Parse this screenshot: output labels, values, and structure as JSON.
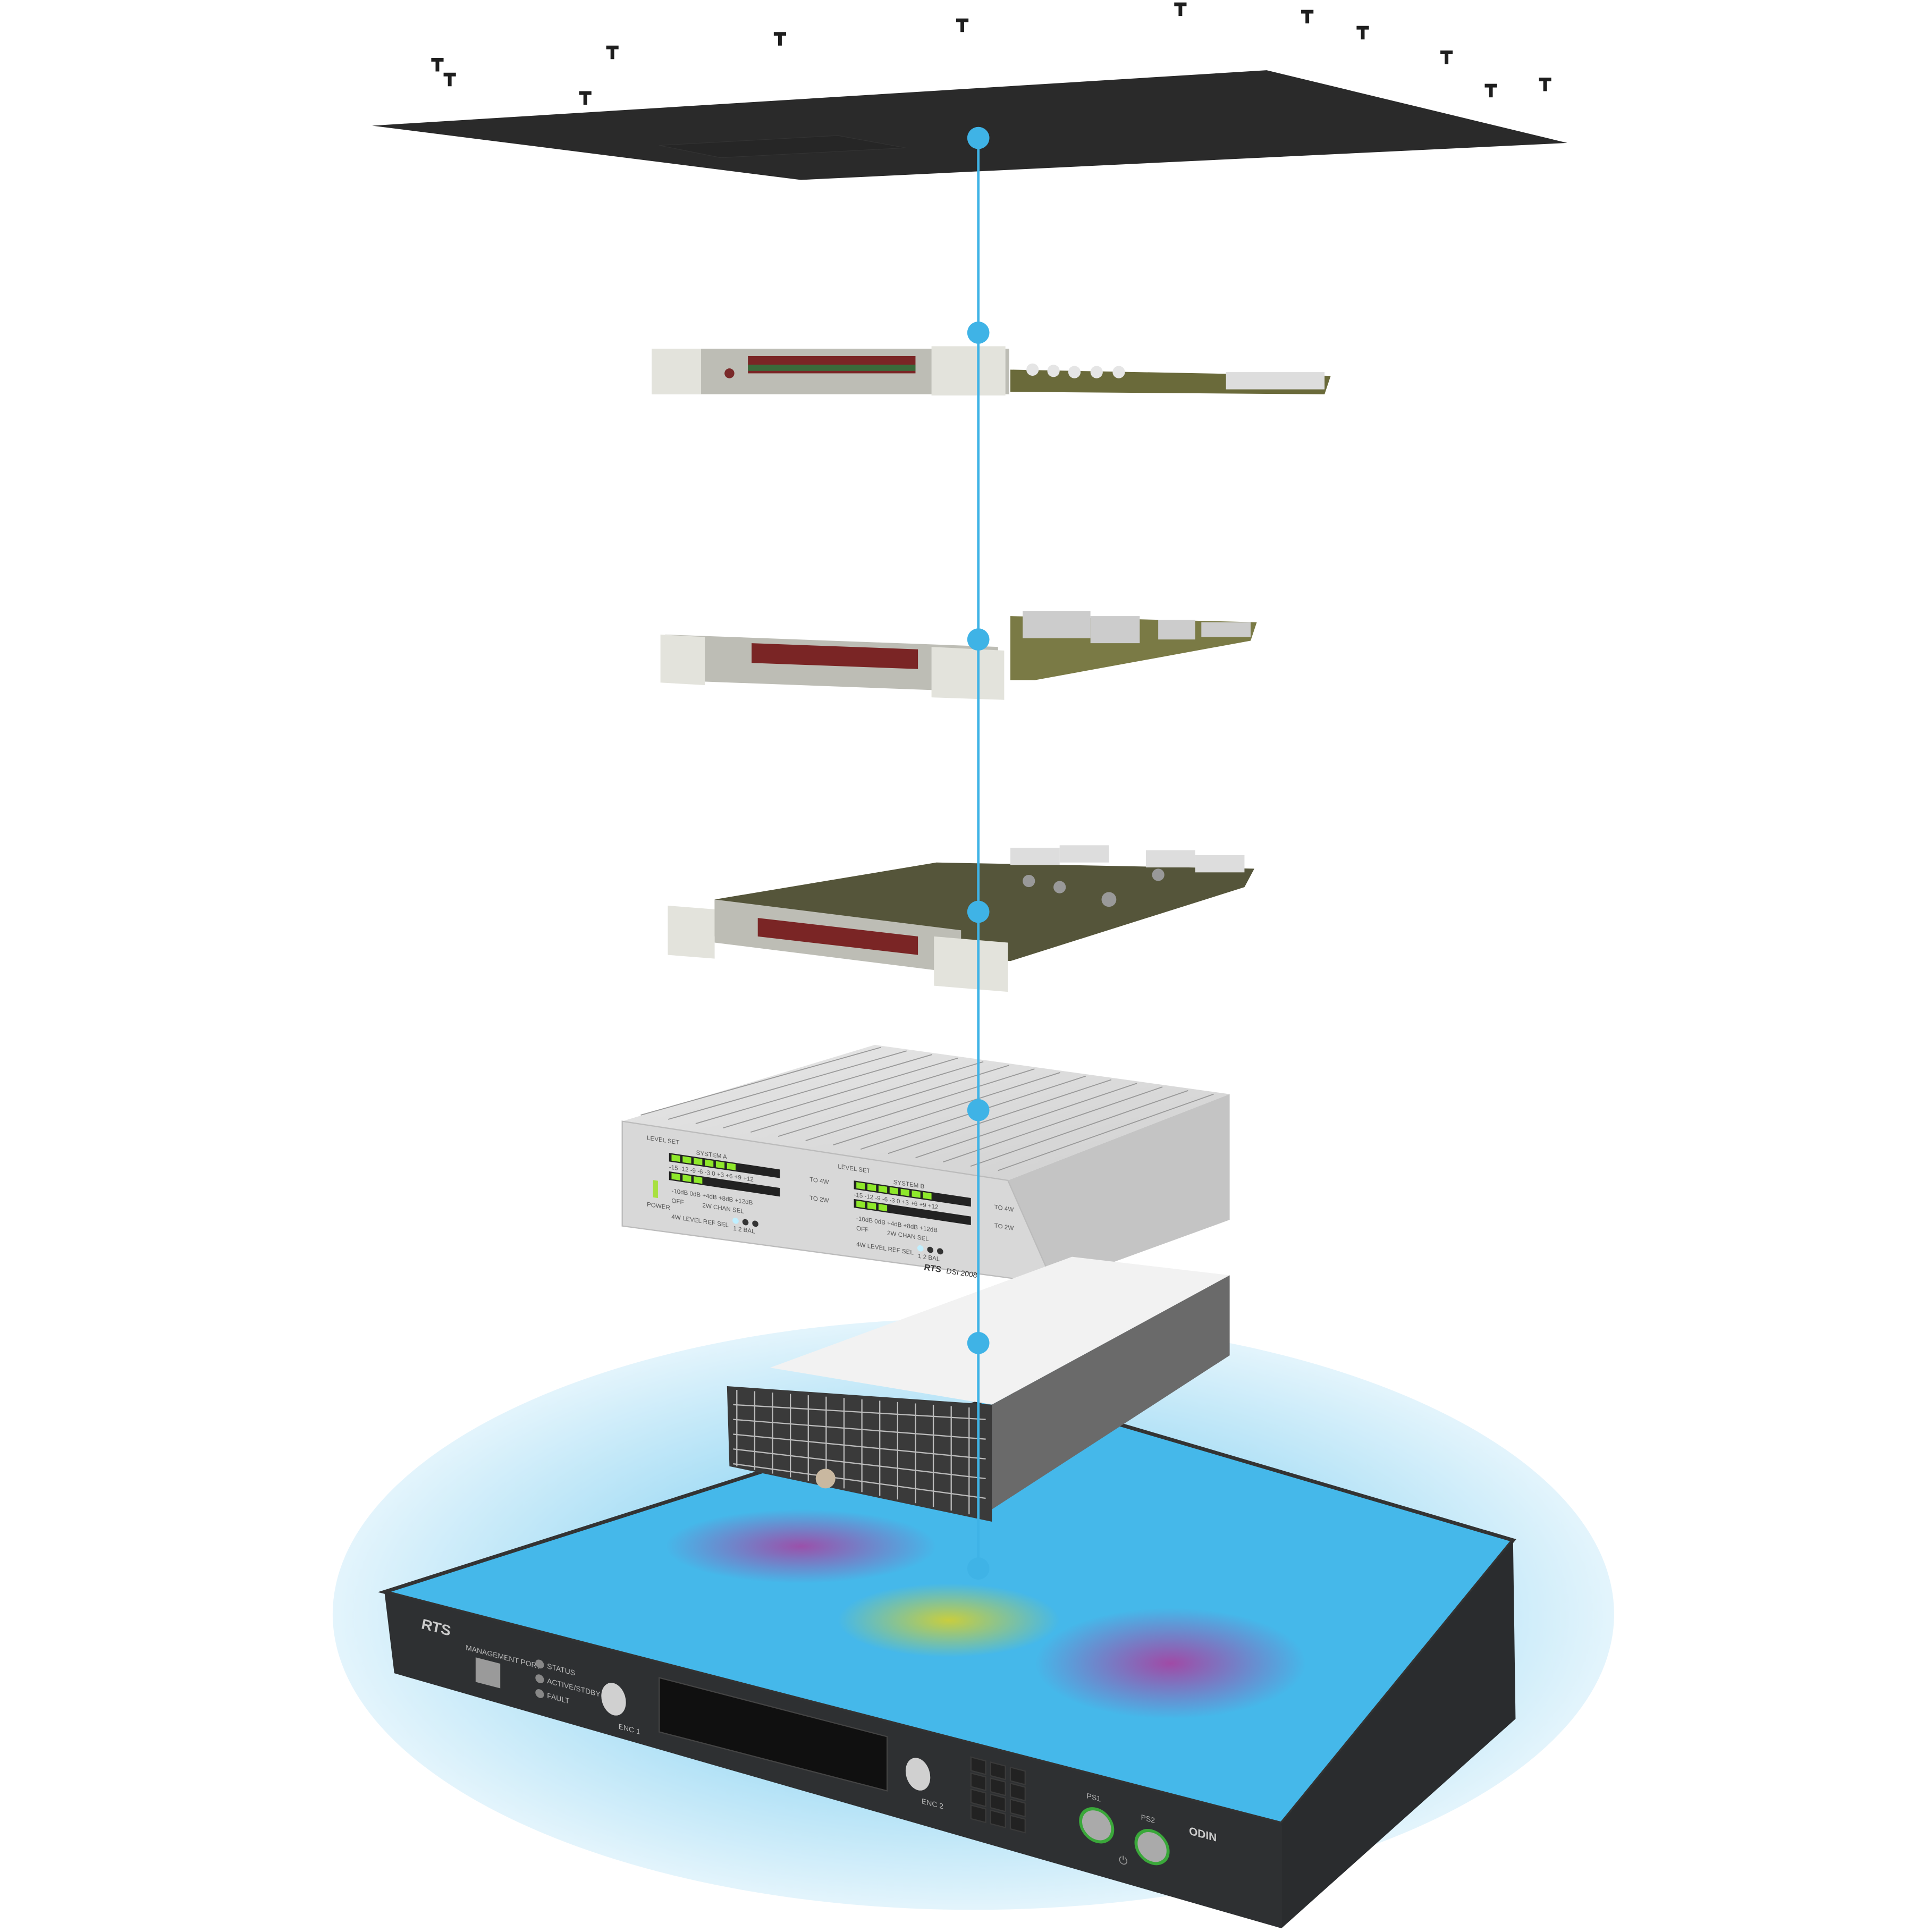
{
  "colors": {
    "accent_line": "#3fb3e6",
    "lid": "#2a2a2a",
    "chassis": "#2e3032",
    "glow_blue": "#45b8ea",
    "glow_magenta": "#b0379a",
    "glow_yellow": "#d6d02c",
    "dsi_body": "#d4d4d4",
    "led_green": "#8ee82a"
  },
  "dsi": {
    "level_set": "LEVEL SET",
    "system_a": "SYSTEM A",
    "system_b": "SYSTEM B",
    "to_4w": "TO 4W",
    "to_2w": "TO 2W",
    "scale": "-15  -12  -9  -6  -3  0  +3  +6  +9  +12",
    "power": "POWER",
    "ref_sel": "4W LEVEL REF SEL",
    "ref_values": "-10dB 0dB +4dB +8dB +12dB",
    "chan_sel": "2W CHAN SEL",
    "switch_labels": "1  2  BAL",
    "off": "OFF",
    "brand": "RTS",
    "model": "DSI 2008"
  },
  "odin": {
    "brand": "RTS",
    "management_port": "MANAGEMENT PORT",
    "status": "STATUS",
    "active_stdby": "ACTIVE/STDBY",
    "fault": "FAULT",
    "enc1": "ENC 1",
    "enc2": "ENC 2",
    "ps1": "PS1",
    "ps2": "PS2",
    "product": "ODIN"
  }
}
